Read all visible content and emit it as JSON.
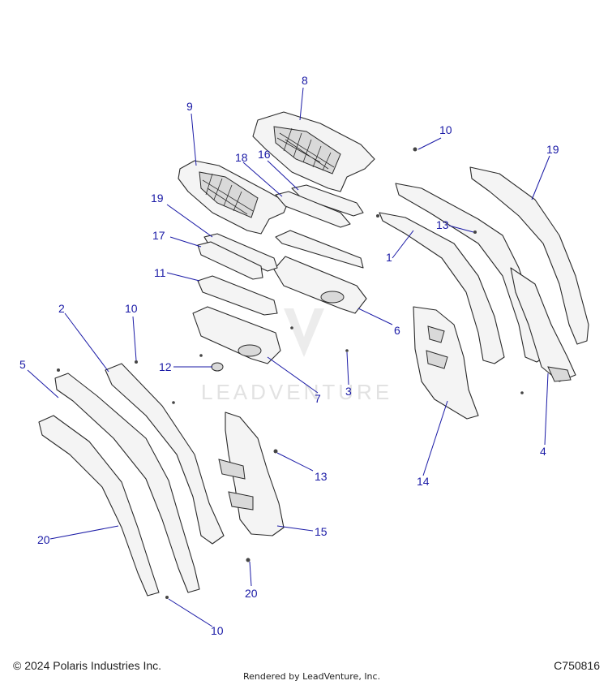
{
  "diagram": {
    "callouts": {
      "c1": "1",
      "c2": "2",
      "c3": "3",
      "c4": "4",
      "c5": "5",
      "c6": "6",
      "c7": "7",
      "c8": "8",
      "c9": "9",
      "c10a": "10",
      "c10b": "10",
      "c10c": "10",
      "c11": "11",
      "c12": "12",
      "c13a": "13",
      "c13b": "13",
      "c14": "14",
      "c15": "15",
      "c16": "16",
      "c17": "17",
      "c18": "18",
      "c19a": "19",
      "c19b": "19",
      "c20a": "20",
      "c20b": "20"
    },
    "watermark": "LEADVENTURE",
    "callout_color": "#1a1aa6"
  },
  "footer": {
    "copyright": "© 2024 Polaris Industries Inc.",
    "rendered_by": "Rendered by LeadVenture, Inc.",
    "figure_id": "C750816"
  }
}
